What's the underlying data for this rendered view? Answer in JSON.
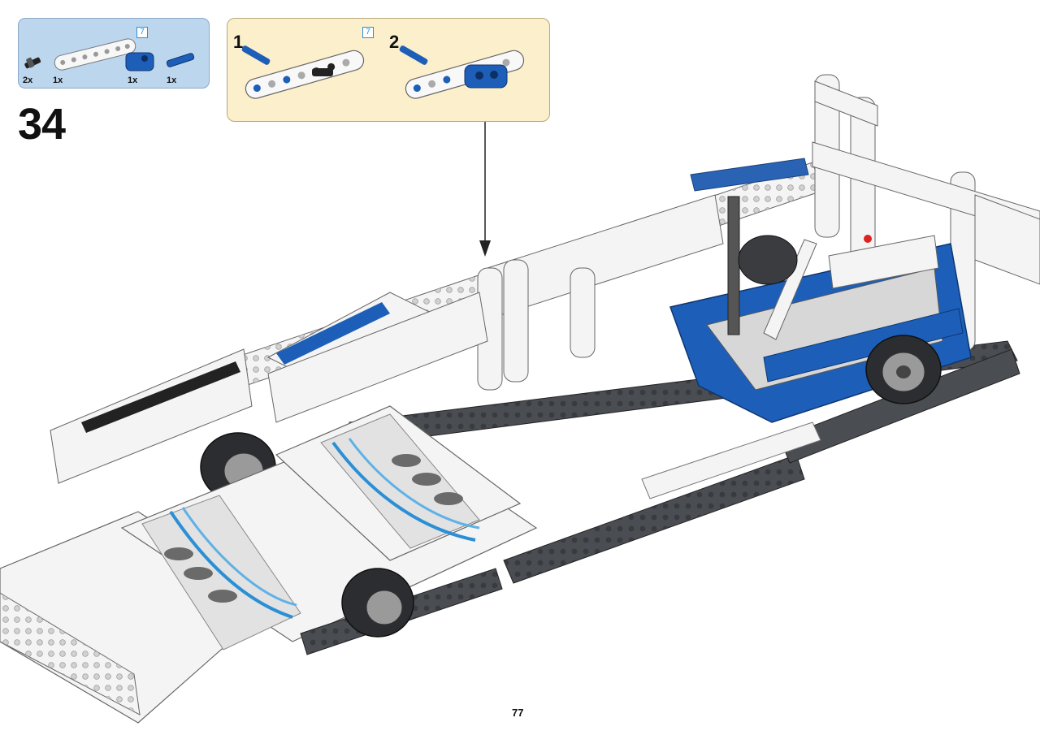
{
  "parts_list": {
    "items": [
      {
        "qty": "2x",
        "icon": "pin-with-bush-icon"
      },
      {
        "qty": "1x",
        "icon": "white-beam-7-icon",
        "length_badge": "7"
      },
      {
        "qty": "1x",
        "icon": "blue-connector-block-icon"
      },
      {
        "qty": "1x",
        "icon": "blue-axle-pin-icon"
      }
    ]
  },
  "step": {
    "number": "34"
  },
  "substeps": {
    "length_badge": "7",
    "items": [
      {
        "number": "1"
      },
      {
        "number": "2"
      }
    ]
  },
  "page": {
    "number": "77"
  },
  "colors": {
    "parts_bg": "#bcd6ee",
    "substep_bg": "#fbefcc",
    "lego_blue": "#1d5fb8",
    "lego_dark_gray": "#4a4d52",
    "lego_white": "#f4f4f4"
  }
}
